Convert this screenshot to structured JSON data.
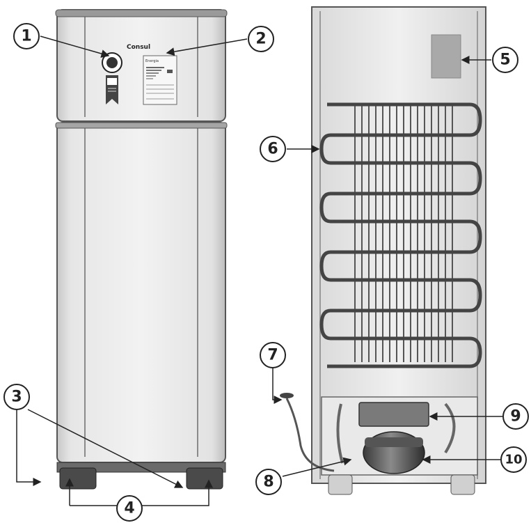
{
  "brand_logo_text": "Consul",
  "energy_label_title": "Energia",
  "callouts": [
    {
      "id": "1",
      "label": "1"
    },
    {
      "id": "2",
      "label": "2"
    },
    {
      "id": "3",
      "label": "3"
    },
    {
      "id": "4",
      "label": "4"
    },
    {
      "id": "5",
      "label": "5"
    },
    {
      "id": "6",
      "label": "6"
    },
    {
      "id": "7",
      "label": "7"
    },
    {
      "id": "8",
      "label": "8"
    },
    {
      "id": "9",
      "label": "9"
    },
    {
      "id": "10",
      "label": "10"
    }
  ]
}
